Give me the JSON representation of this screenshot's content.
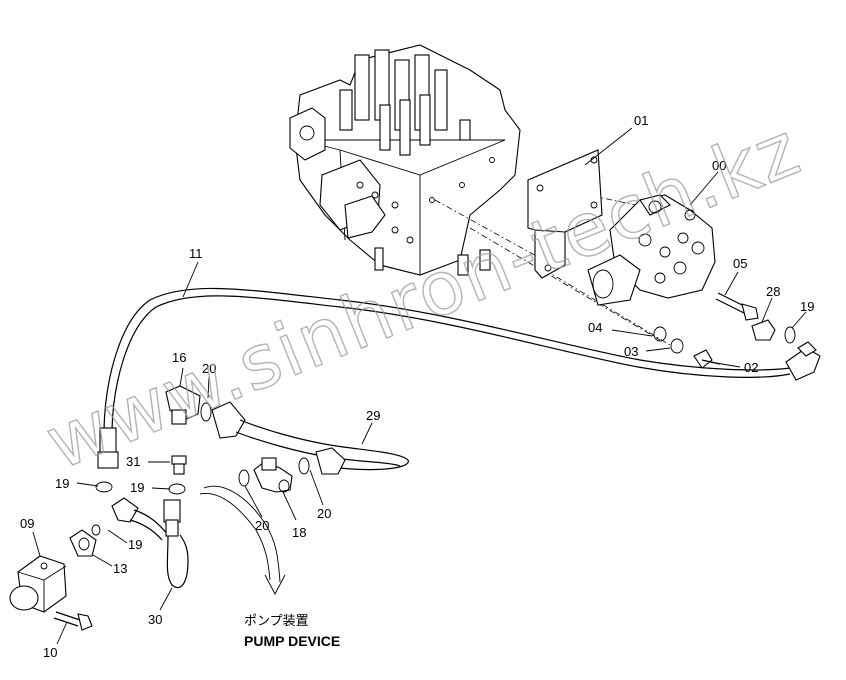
{
  "callouts": {
    "p00": "00",
    "p01": "01",
    "p02": "02",
    "p03": "03",
    "p04": "04",
    "p05": "05",
    "p28": "28",
    "p19a": "19",
    "p11": "11",
    "p16": "16",
    "p20a": "20",
    "p29": "29",
    "p31": "31",
    "p19b": "19",
    "p19c": "19",
    "p09": "09",
    "p19d": "19",
    "p13": "13",
    "p10": "10",
    "p30": "30",
    "p20b": "20",
    "p18": "18",
    "p20c": "20"
  },
  "destination": {
    "label_jp": "ポンプ装置",
    "label_en": "PUMP DEVICE"
  },
  "watermark": "www.sinhron-tech.kz"
}
